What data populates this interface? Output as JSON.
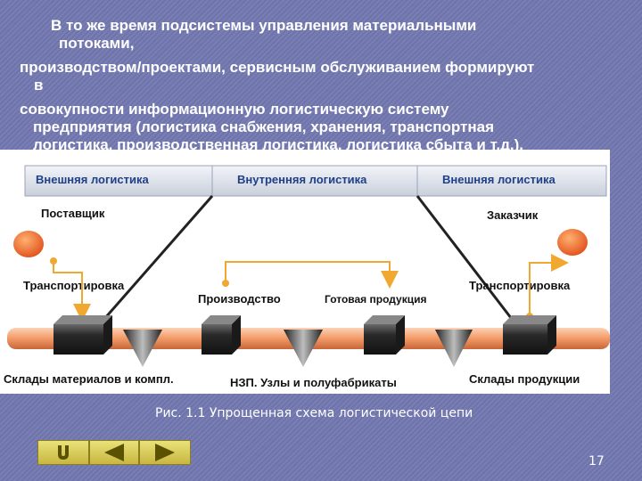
{
  "slide": {
    "lines": [
      "В то же время подсистемы управления материальными",
      "потоками,",
      "производством/проектами, сервисным обслуживанием формируют",
      "в",
      "совокупности информационную логистическую систему",
      "предприятия (логистика  снабжения, хранения, транспортная",
      "логистика, производственная логистика, логистика сбыта и т.д.)."
    ],
    "caption": "Рис. 1.1 Упрощенная схема логистической цепи",
    "page_number": "17"
  },
  "diagram": {
    "headers": {
      "external_left": "Внешняя логистика",
      "internal": "Внутренняя логистика",
      "external_right": "Внешняя логистика"
    },
    "labels": {
      "supplier": "Поставщик",
      "customer": "Заказчик",
      "transport_left": "Транспортировка",
      "transport_right": "Транспортировка",
      "production": "Производство",
      "finished_goods": "Готовая продукция",
      "warehouse_materials": "Склады материалов и компл.",
      "wip": "НЗП. Узлы и полуфабрикаты",
      "warehouse_products": "Склады продукции"
    },
    "colors": {
      "header_fill": "#d8dde8",
      "header_text": "#1f3f87",
      "pipe": "#f4a070",
      "arrow": "#f0a830",
      "source": "#f07028",
      "block": "#2a2a2a"
    }
  },
  "nav": {
    "icons": [
      "return-icon",
      "previous-arrow-icon",
      "next-arrow-icon"
    ]
  }
}
